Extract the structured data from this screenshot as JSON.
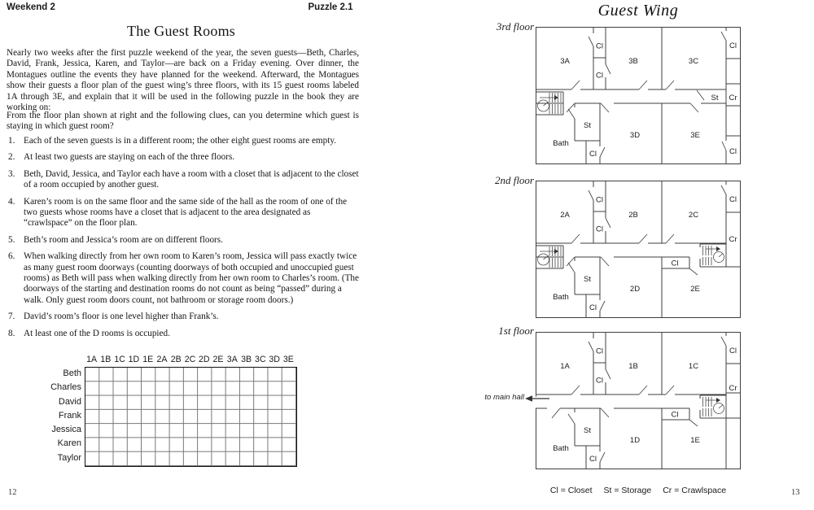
{
  "left_page": {
    "header_left": "Weekend 2",
    "header_right": "Puzzle 2.1",
    "title": "The Guest Rooms",
    "intro": "Nearly two weeks after the first puzzle weekend of the year, the seven guests—Beth, Charles, David, Frank, Jessica, Karen, and Taylor—are back on a Friday evening. Over dinner, the Montagues outline the events they have planned for the weekend. Afterward, the Montagues show their guests a floor plan of the guest wing’s three floors, with its 15 guest rooms labeled 1A through 3E, and explain that it will be used in the following puzzle in the book they are working on:",
    "question": "From the floor plan shown at right and the following clues, can you determine which guest is staying in which guest room?",
    "clues": [
      "Each of the seven guests is in a different room; the other eight guest rooms are empty.",
      "At least two guests are staying on each of the three floors.",
      "Beth, David, Jessica, and Taylor each have a room with a closet that is adjacent to the closet of a room occupied by another guest.",
      "Karen’s room is on the same floor and the same side of the hall as the room of one of the two guests whose rooms have a closet that is adjacent to the area designated as “crawlspace” on the floor plan.",
      "Beth’s room and Jessica’s room are on different floors.",
      "When walking directly from her own room to Karen’s room, Jessica will pass exactly twice as many guest room doorways (counting doorways of both occupied and unoccupied guest rooms) as Beth will pass when walking directly from her own room to Charles’s room. (The doorways of the starting and destination rooms do not count as being “passed” during a walk. Only guest room doors count, not bathroom or storage room doors.)",
      "David’s room’s floor is one level higher than Frank’s.",
      "At least one of the D rooms is occupied."
    ],
    "grid": {
      "columns": [
        "1A",
        "1B",
        "1C",
        "1D",
        "1E",
        "2A",
        "2B",
        "2C",
        "2D",
        "2E",
        "3A",
        "3B",
        "3C",
        "3D",
        "3E"
      ],
      "rows": [
        "Beth",
        "Charles",
        "David",
        "Frank",
        "Jessica",
        "Karen",
        "Taylor"
      ]
    },
    "page_number": "12"
  },
  "right_page": {
    "title": "Guest Wing",
    "to_main_hall": "to main hall",
    "legend": [
      "Cl = Closet",
      "St = Storage",
      "Cr = Crawlspace"
    ],
    "page_number": "13",
    "abbr": {
      "cl": "Cl",
      "st": "St",
      "cr": "Cr",
      "bath": "Bath"
    },
    "floors": {
      "third": {
        "label": "3rd floor",
        "rooms": {
          "a": "3A",
          "b": "3B",
          "c": "3C",
          "d": "3D",
          "e": "3E"
        }
      },
      "second": {
        "label": "2nd floor",
        "rooms": {
          "a": "2A",
          "b": "2B",
          "c": "2C",
          "d": "2D",
          "e": "2E"
        }
      },
      "first": {
        "label": "1st floor",
        "rooms": {
          "a": "1A",
          "b": "1B",
          "c": "1C",
          "d": "1D",
          "e": "1E"
        }
      }
    }
  }
}
